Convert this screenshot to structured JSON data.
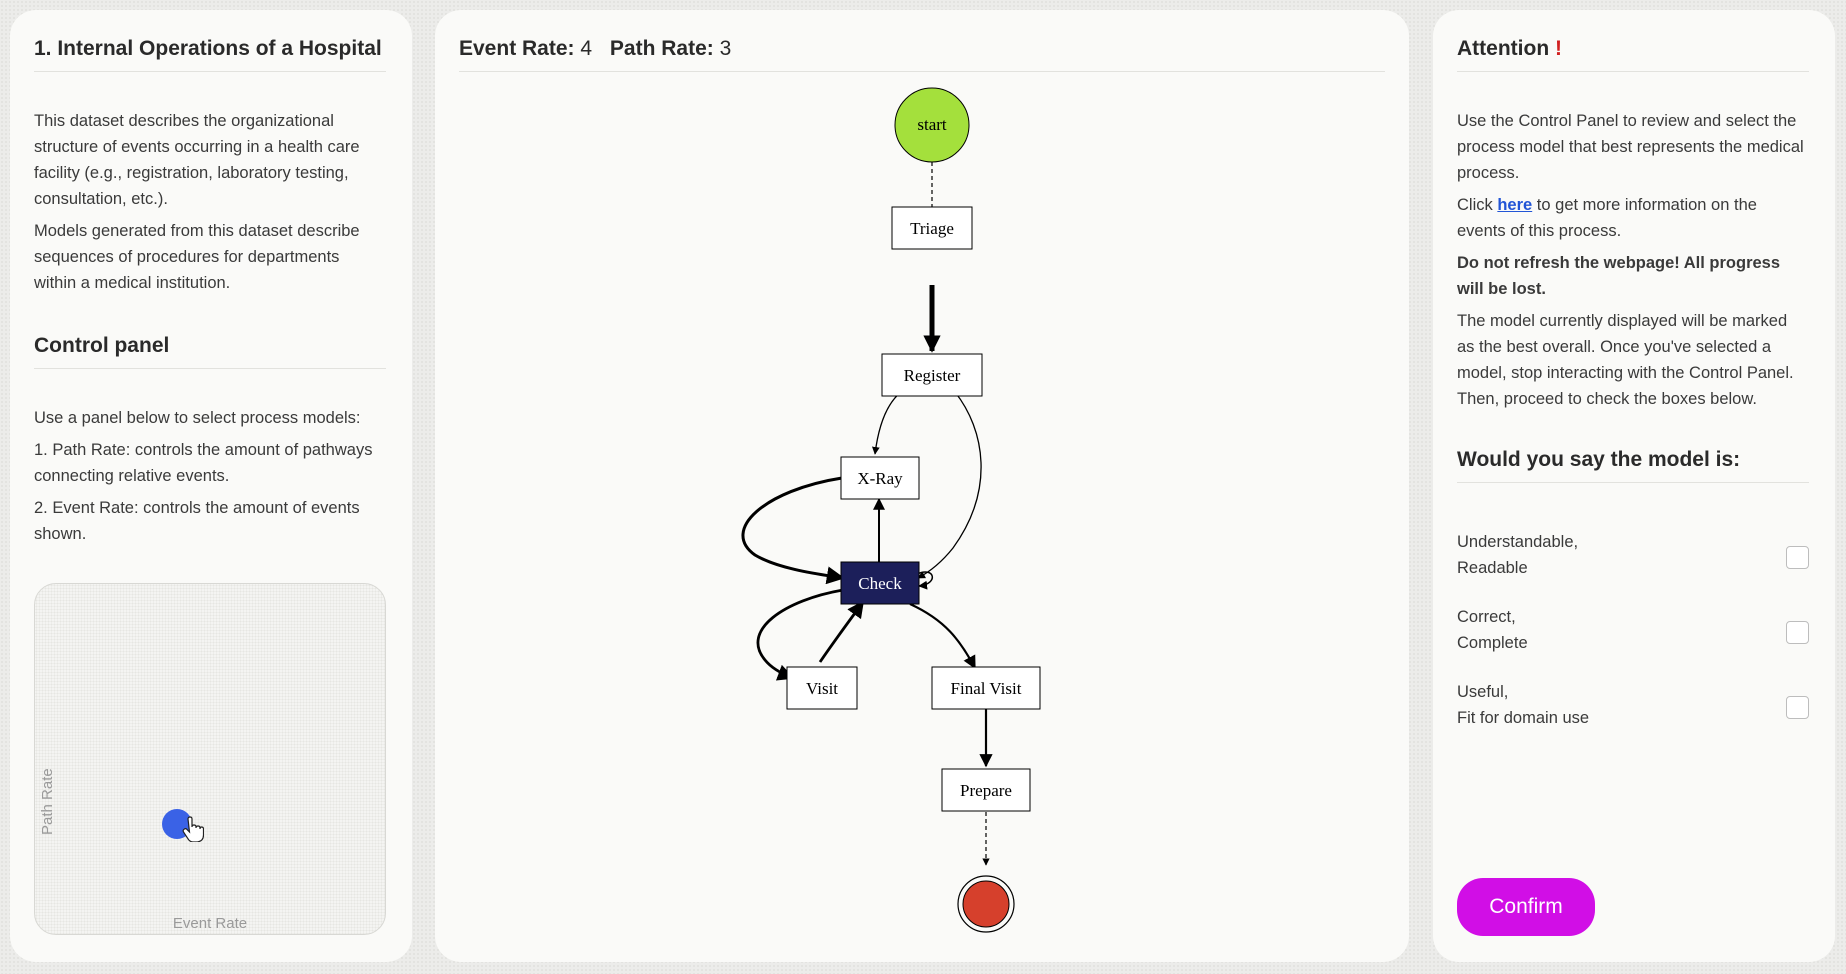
{
  "left": {
    "dataset_title": "1. Internal Operations of a Hospital",
    "dataset_desc_1": "This dataset describes the organizational structure of events occurring in a health care facility (e.g., registration, laboratory testing, consultation, etc.).",
    "dataset_desc_2": "Models generated from this dataset describe sequences of procedures for departments within a medical institution.",
    "control_title": "Control panel",
    "control_intro": "Use a panel below to select process models:",
    "control_item_1": "1. Path Rate: controls the amount of pathways connecting relative events.",
    "control_item_2": "2. Event Rate: controls the amount of events shown.",
    "pad_ylabel": "Path Rate",
    "pad_xlabel": "Event Rate",
    "knob_color": "#3a62e6"
  },
  "center": {
    "event_rate_label": "Event Rate:",
    "event_rate_value": "4",
    "path_rate_label": "Path Rate:",
    "path_rate_value": "3",
    "graph": {
      "start_label": "start",
      "nodes": {
        "triage": "Triage",
        "register": "Register",
        "xray": "X-Ray",
        "check": "Check",
        "visit": "Visit",
        "final_visit": "Final Visit",
        "prepare": "Prepare"
      },
      "start_color": "#a4e03c",
      "end_color": "#d6402c",
      "highlight_color": "#1c1f5a"
    }
  },
  "right": {
    "attention_title": "Attention",
    "attention_mark": "!",
    "text_1": "Use the Control Panel to review and select the process model that best represents the medical process.",
    "text_2_prefix": "Click",
    "text_2_link": "here",
    "text_2_suffix": "to get more information on the events of this process.",
    "text_3": "Do not refresh the webpage! All progress will be lost.",
    "text_4": "The model currently displayed will be marked as the best overall. Once you've selected a model, stop interacting with the Control Panel. Then, proceed to check the boxes below.",
    "question_title": "Would you say the model is:",
    "q1_line1": "Understandable,",
    "q1_line2": "Readable",
    "q2_line1": "Correct,",
    "q2_line2": "Complete",
    "q3_line1": "Useful,",
    "q3_line2": "Fit for domain use",
    "confirm_label": "Confirm",
    "confirm_color": "#d10ee6"
  }
}
